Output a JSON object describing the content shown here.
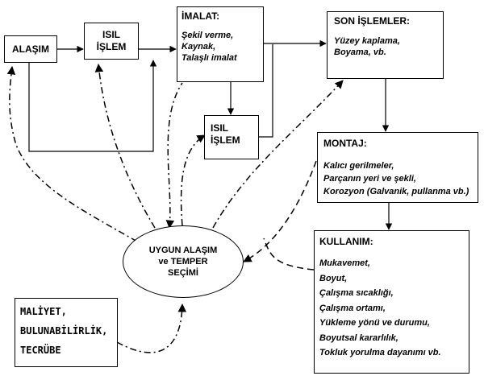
{
  "alasim": {
    "label": "ALAŞIM"
  },
  "isil1": {
    "line1": "ISIL",
    "line2": "İŞLEM"
  },
  "imalat": {
    "title": "İMALAT:",
    "items": [
      "Şekil verme,",
      "Kaynak,",
      "Talaşlı imalat"
    ]
  },
  "son": {
    "title": "SON İŞLEMLER:",
    "items": [
      "Yüzey kaplama,",
      "Boyama, vb."
    ]
  },
  "isil2": {
    "line1": "ISIL",
    "line2": "İŞLEM"
  },
  "montaj": {
    "title": "MONTAJ:",
    "items": [
      "Kalıcı gerilmeler,",
      "Parçanın yeri ve şekli,",
      "Korozyon (Galvanik, pullanma vb.)"
    ]
  },
  "kullanim": {
    "title": "KULLANIM:",
    "items": [
      "Mukavemet,",
      "Boyut,",
      "Çalışma sıcaklığı,",
      "Çalışma ortamı,",
      "Yükleme yönü ve durumu,",
      "Boyutsal kararlılık,",
      "Tokluk yorulma  dayanımı vb."
    ]
  },
  "secim": {
    "line1": "UYGUN ALAŞIM",
    "line2": "ve TEMPER",
    "line3": "SEÇİMİ"
  },
  "maliyet": {
    "items": [
      "MALİYET,",
      "BULUNABİLİRLİK,",
      "TECRÜBE"
    ]
  }
}
